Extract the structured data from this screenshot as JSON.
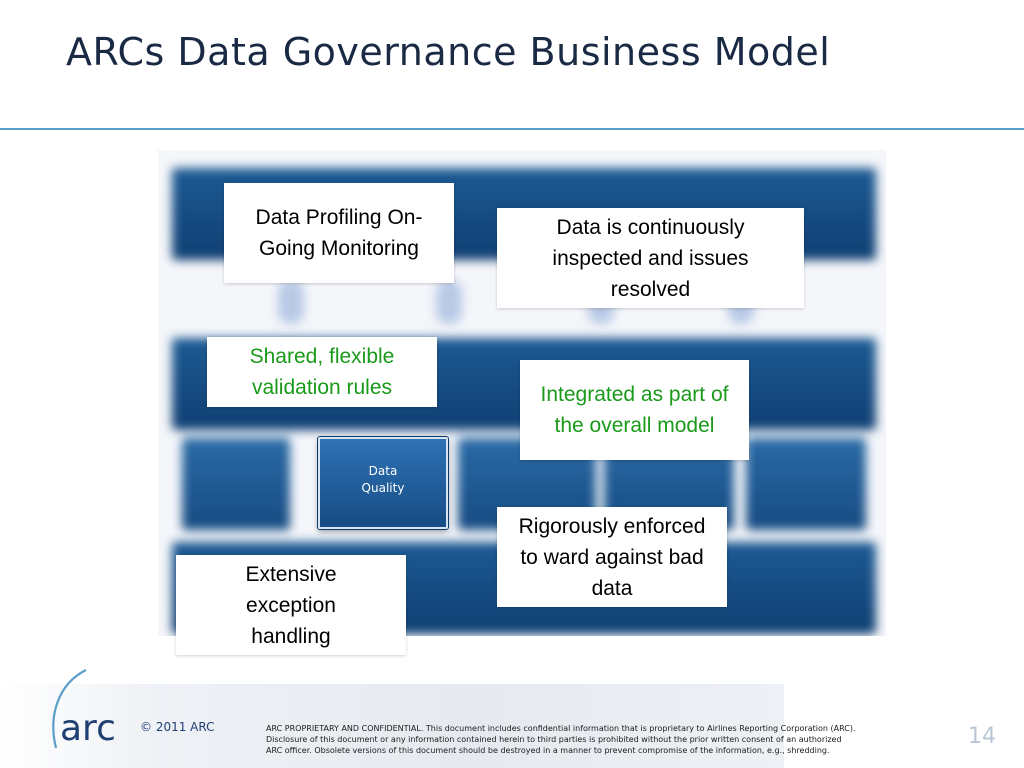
{
  "slide": {
    "title": "ARCs Data Governance Business Model",
    "accent_color": "#5b9ec9",
    "title_color": "#1a2a44"
  },
  "diagram": {
    "tile_label_line1": "Data",
    "tile_label_line2": "Quality",
    "band_color": "#164b82",
    "callouts": [
      {
        "text": "Data Profiling On-Going Monitoring",
        "color": "#000000"
      },
      {
        "text": "Data is continuously inspected and issues resolved",
        "color": "#000000"
      },
      {
        "text": "Shared, flexible validation rules",
        "color": "#1a9a1a"
      },
      {
        "text": "Integrated as part of the overall model",
        "color": "#1a9a1a"
      },
      {
        "text": "Rigorously enforced to ward against bad data",
        "color": "#000000"
      },
      {
        "text": "Extensive exception handling",
        "color": "#000000"
      }
    ]
  },
  "footer": {
    "logo_text": "arc",
    "copyright": "© 2011 ARC",
    "disclaimer": "ARC PROPRIETARY AND CONFIDENTIAL. This document includes confidential information that is proprietary to Airlines Reporting Corporation (ARC). Disclosure of this document or any information contained herein to third parties is prohibited without the prior written consent of an authorized ARC officer. Obsolete versions of this document should be destroyed in a manner to prevent compromise of the information, e.g., shredding.",
    "page_number": "14"
  }
}
